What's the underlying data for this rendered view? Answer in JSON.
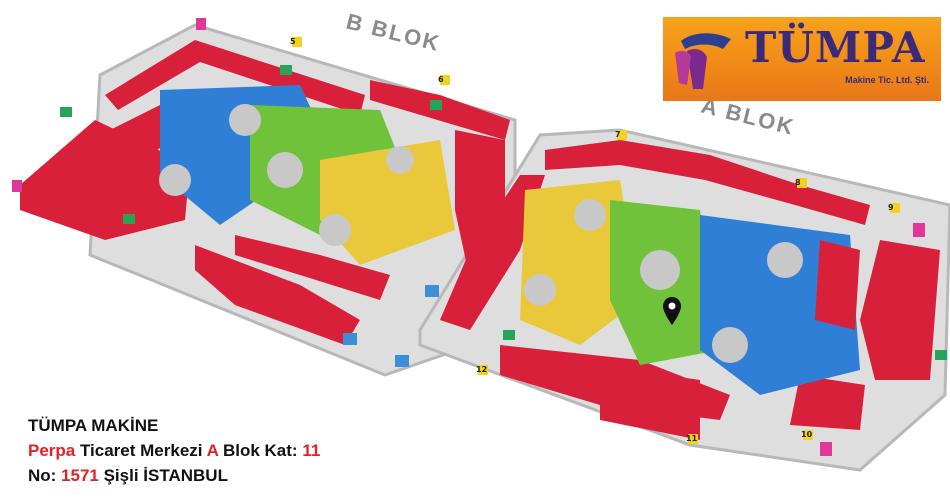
{
  "map": {
    "blocks": [
      {
        "label": "B BLOK"
      },
      {
        "label": "A BLOK"
      }
    ],
    "stair_numbers": [
      "5",
      "6",
      "7",
      "8",
      "9",
      "10",
      "11",
      "12"
    ],
    "colors": {
      "shop": "#d8203a",
      "blue_zone": "#2f7fd6",
      "green_zone": "#6fc23a",
      "yellow_zone": "#e9c93a",
      "floor": "#d9d9d9",
      "wall": "#b8b8b8",
      "circle": "#c8c8c8"
    },
    "icons": [
      "elevator-icon",
      "restroom-icon",
      "stairs-icon",
      "emergency-exit-icon",
      "location-pin-icon"
    ]
  },
  "logo": {
    "name": "TÜMPA",
    "subtitle": "Makine Tic. Ltd. Şti."
  },
  "address": {
    "line1": "TÜMPA MAKİNE",
    "line2_a": "Perpa",
    "line2_b": " Ticaret Merkezi ",
    "line2_c": "A",
    "line2_d": " Blok Kat: ",
    "line2_e": "11",
    "line3_a": "No: ",
    "line3_b": "1571",
    "line3_c": " Şişli İSTANBUL"
  }
}
